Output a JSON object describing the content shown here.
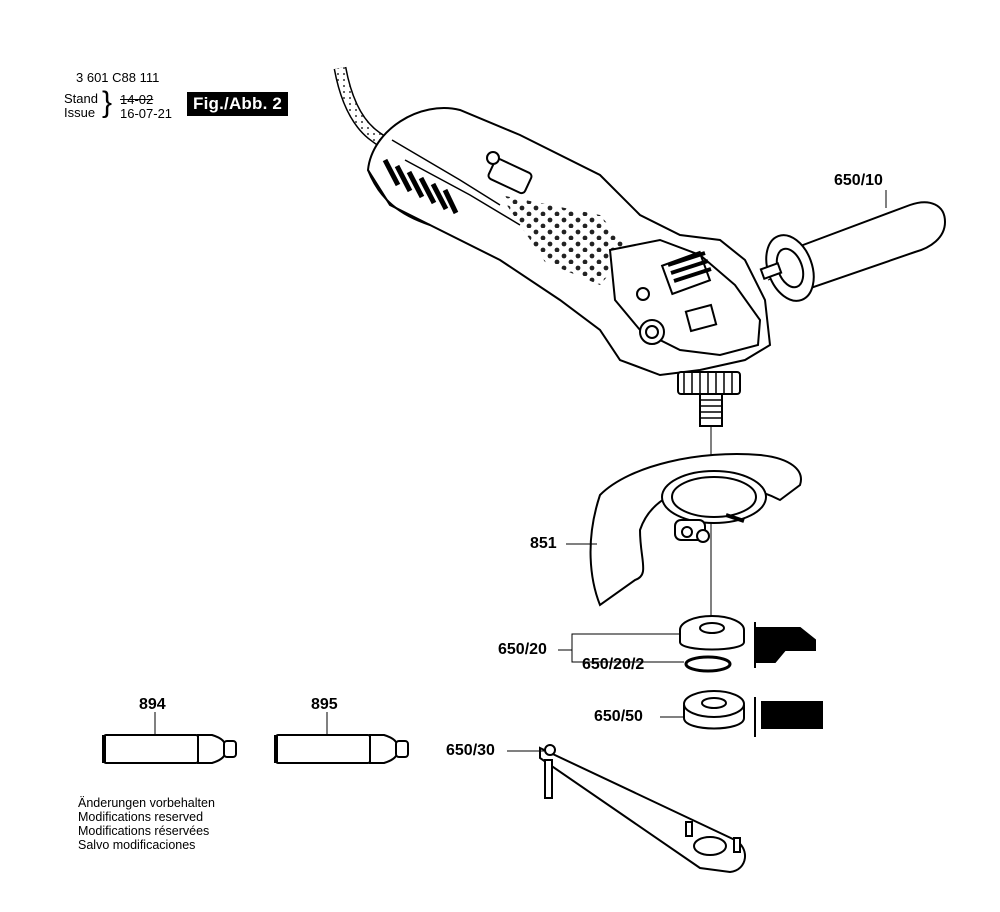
{
  "header": {
    "part_number": "3 601 C88 111",
    "stand_label": "Stand",
    "issue_label": "Issue",
    "stand_value": "14-02",
    "issue_value": "16-07-21",
    "figure_label": "Fig./Abb. 2"
  },
  "parts": {
    "handle": "650/10",
    "guard": "851",
    "flange": "650/20",
    "o_ring": "650/20/2",
    "clamping_nut": "650/50",
    "spanner": "650/30",
    "tube_a": "894",
    "tube_b": "895"
  },
  "notes": [
    "Änderungen vorbehalten",
    "Modifications reserved",
    "Modifications réservées",
    "Salvo modificaciones"
  ]
}
